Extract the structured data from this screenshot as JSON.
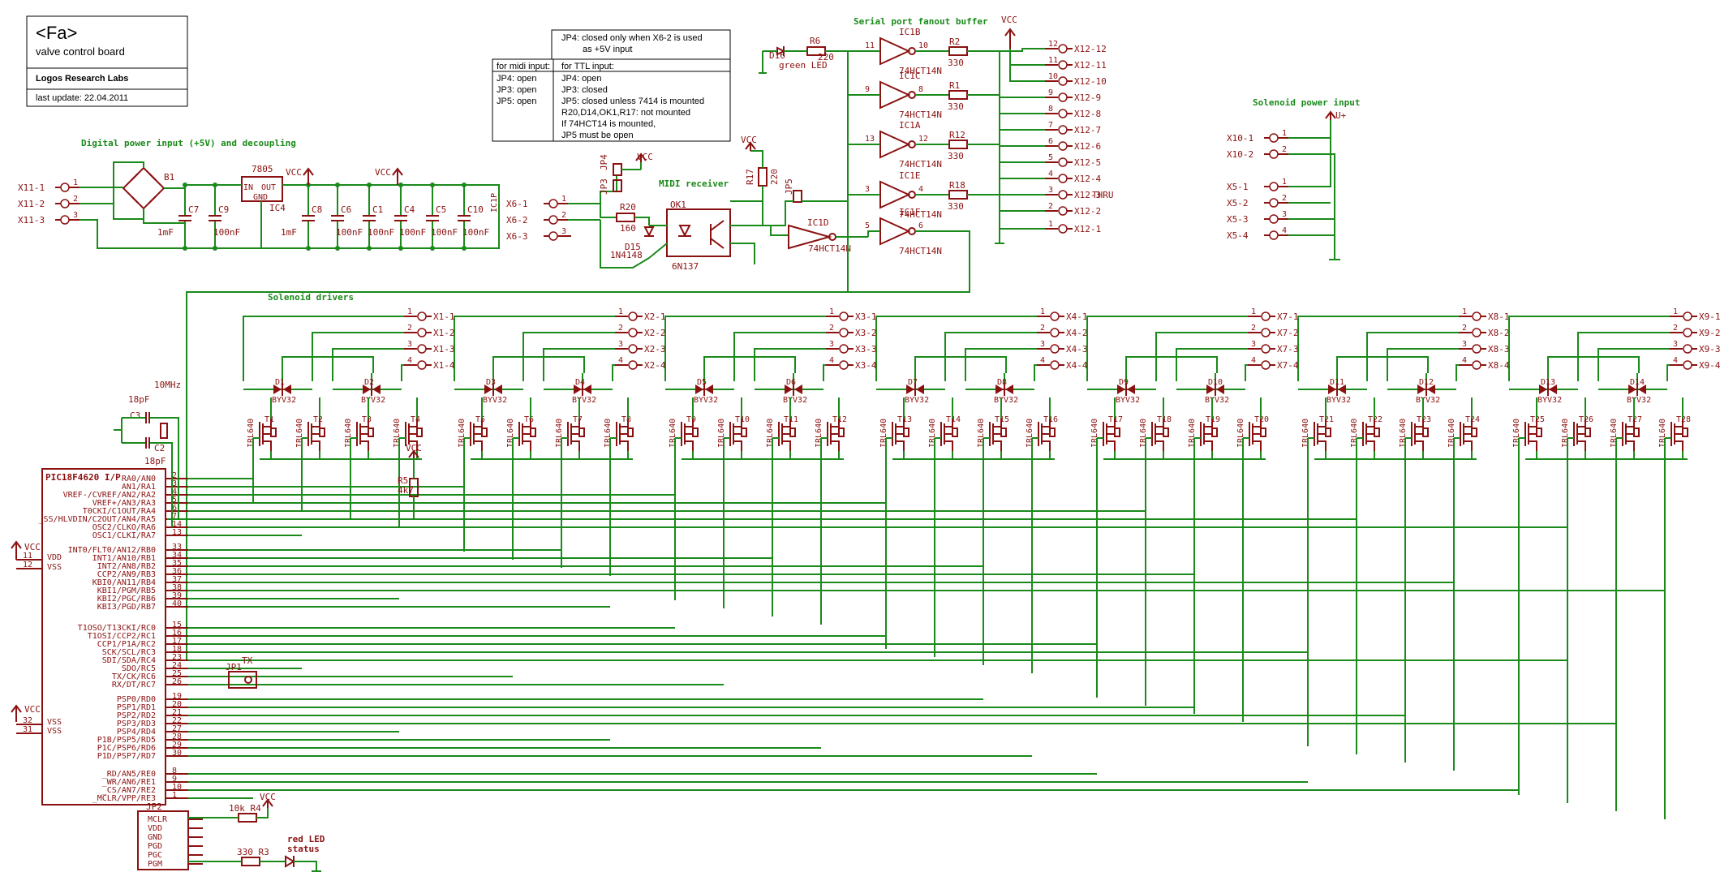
{
  "title_block": {
    "name": "<Fa>",
    "subtitle": "valve control board",
    "company": "Logos Research Labs",
    "update": "last update: 22.04.2011"
  },
  "notes": {
    "jp4_note": "JP4: closed only when  X6-2 is used",
    "jp4_note2": "as +5V input",
    "midi_head": "for midi input:",
    "midi_lines": [
      "JP4: open",
      "JP3: open",
      "JP5: open"
    ],
    "ttl_head": "for TTL input:",
    "ttl_lines": [
      "JP4: open",
      "JP3: closed",
      "JP5: closed unless 7414 is mounted",
      "R20,D14,OK1,R17: not mounted",
      "If 74HCT14 is mounted,",
      "JP5 must be open"
    ]
  },
  "sections": {
    "digital_power": "Digital power input (+5V) and decoupling",
    "midi_receiver": "MIDI receiver",
    "serial_fanout": "Serial port fanout buffer",
    "solenoid_power": "Solenoid power input",
    "solenoid_drivers": "Solenoid drivers"
  },
  "labels": {
    "vcc": "VCC",
    "b1": "B1",
    "u7805": "7805",
    "in": "IN",
    "out": "OUT",
    "gnd": "GND",
    "ic4": "IC4",
    "ic1p": "IC1P",
    "c7": "C7",
    "c9": "C9",
    "c8": "C8",
    "c6": "C6",
    "c1": "C1",
    "c4": "C4",
    "c5": "C5",
    "c10": "C10",
    "v1mf": "1mF",
    "v100nf": "100nF",
    "ok1": "OK1",
    "u6n137": "6N137",
    "r20": "R20",
    "v160": "160",
    "d15": "D15",
    "d15v": "1N4148",
    "r17": "R17",
    "v220": "220",
    "jp3": "JP3",
    "jp4": "JP4",
    "jp5": "JP5",
    "ic1d": "IC1D",
    "ic1b": "IC1B",
    "ic1c": "IC1C",
    "ic1a": "IC1A",
    "ic1e": "IC1E",
    "ic1f": "IC1F",
    "hct": "74HCT14N",
    "r6": "R6",
    "d16": "D16",
    "green_led": "green LED",
    "r2": "R2",
    "r1": "R1",
    "r12": "R12",
    "r18": "R18",
    "v330": "330",
    "thru": "THRU",
    "uplus": "U+",
    "mcu": "PIC18F4620 I/P",
    "q1": "10MHz",
    "c3": "C3",
    "c2": "C2",
    "v18pf": "18pF",
    "r5": "R5",
    "v4k7": "4k7",
    "jp1": "JP1",
    "tx": "TX",
    "jp2": "JP2",
    "r4": "10k R4",
    "r3": "330 R3",
    "red_led": "red LED",
    "status": "status",
    "vdd": "VDD",
    "vss": "VSS",
    "vcc2": "VCC"
  },
  "connectors": {
    "x11": [
      "X11-1",
      "X11-2",
      "X11-3"
    ],
    "x6": [
      "X6-1",
      "X6-2",
      "X6-3"
    ],
    "x10": [
      "X10-1",
      "X10-2"
    ],
    "x5": [
      "X5-1",
      "X5-2",
      "X5-3",
      "X5-4"
    ],
    "x12": [
      "X12-12",
      "X12-11",
      "X12-10",
      "X12-9",
      "X12-8",
      "X12-7",
      "X12-6",
      "X12-5",
      "X12-4",
      "X12-3",
      "X12-2",
      "X12-1"
    ],
    "x12_pins": [
      "12",
      "11",
      "10",
      "9",
      "8",
      "7",
      "6",
      "5",
      "4",
      "3",
      "2",
      "1"
    ],
    "groups": [
      {
        "x": [
          "X1-1",
          "X1-2",
          "X1-3",
          "X1-4"
        ]
      },
      {
        "x": [
          "X2-1",
          "X2-2",
          "X2-3",
          "X2-4"
        ]
      },
      {
        "x": [
          "X3-1",
          "X3-2",
          "X3-3",
          "X3-4"
        ]
      },
      {
        "x": [
          "X4-1",
          "X4-2",
          "X4-3",
          "X4-4"
        ]
      },
      {
        "x": [
          "X7-1",
          "X7-2",
          "X7-3",
          "X7-4"
        ]
      },
      {
        "x": [
          "X8-1",
          "X8-2",
          "X8-3",
          "X8-4"
        ]
      },
      {
        "x": [
          "X9-1",
          "X9-2",
          "X9-3",
          "X9-4"
        ]
      }
    ],
    "diodes": [
      "D1",
      "D2",
      "D3",
      "D4",
      "D5",
      "D6",
      "D7",
      "D8",
      "D9",
      "D10",
      "D11",
      "D12",
      "D13",
      "D14"
    ],
    "diode_value": "BYV32",
    "fets": [
      "T1",
      "T2",
      "T3",
      "T4",
      "T5",
      "T6",
      "T7",
      "T8",
      "T9",
      "T10",
      "T11",
      "T12",
      "T13",
      "T14",
      "T15",
      "T16",
      "T17",
      "T18",
      "T19",
      "T20",
      "T21",
      "T22",
      "T23",
      "T24",
      "T25",
      "T26",
      "T27",
      "T28"
    ],
    "fet_value": "IRL640"
  },
  "mcu_pins": {
    "porta": [
      {
        "n": "RA0/AN0",
        "p": "2"
      },
      {
        "n": "AN1/RA1",
        "p": "3"
      },
      {
        "n": "VREF-/CVREF/AN2/RA2",
        "p": "4"
      },
      {
        "n": "VREF+/AN3/RA3",
        "p": "5"
      },
      {
        "n": "T0CKI/C1OUT/RA4",
        "p": "6"
      },
      {
        "n": "_SS/HLVDIN/C2OUT/AN4/RA5",
        "p": "7"
      },
      {
        "n": "OSC2/CLKO/RA6",
        "p": "14"
      },
      {
        "n": "OSC1/CLKI/RA7",
        "p": "13"
      }
    ],
    "portb": [
      {
        "n": "INT0/FLT0/AN12/RB0",
        "p": "33"
      },
      {
        "n": "INT1/AN10/RB1",
        "p": "34"
      },
      {
        "n": "INT2/AN8/RB2",
        "p": "35"
      },
      {
        "n": "CCP2/AN9/RB3",
        "p": "36"
      },
      {
        "n": "KBI0/AN11/RB4",
        "p": "37"
      },
      {
        "n": "KBI1/PGM/RB5",
        "p": "38"
      },
      {
        "n": "KBI2/PGC/RB6",
        "p": "39"
      },
      {
        "n": "KBI3/PGD/RB7",
        "p": "40"
      }
    ],
    "portc": [
      {
        "n": "T1OSO/T13CKI/RC0",
        "p": "15"
      },
      {
        "n": "T1OSI/CCP2/RC1",
        "p": "16"
      },
      {
        "n": "CCP1/P1A/RC2",
        "p": "17"
      },
      {
        "n": "SCK/SCL/RC3",
        "p": "18"
      },
      {
        "n": "SDI/SDA/RC4",
        "p": "23"
      },
      {
        "n": "SDO/RC5",
        "p": "24"
      },
      {
        "n": "TX/CK/RC6",
        "p": "25"
      },
      {
        "n": "RX/DT/RC7",
        "p": "26"
      }
    ],
    "portd": [
      {
        "n": "PSP0/RD0",
        "p": "19"
      },
      {
        "n": "PSP1/RD1",
        "p": "20"
      },
      {
        "n": "PSP2/RD2",
        "p": "21"
      },
      {
        "n": "PSP3/RD3",
        "p": "22"
      },
      {
        "n": "PSP4/RD4",
        "p": "27"
      },
      {
        "n": "P1B/PSP5/RD5",
        "p": "28"
      },
      {
        "n": "P1C/PSP6/RD6",
        "p": "29"
      },
      {
        "n": "P1D/PSP7/RD7",
        "p": "30"
      }
    ],
    "porte": [
      {
        "n": "_RD/AN5/RE0",
        "p": "8"
      },
      {
        "n": "_WR/AN6/RE1",
        "p": "9"
      },
      {
        "n": "_CS/AN7/RE2",
        "p": "10"
      },
      {
        "n": "_MCLR/VPP/RE3",
        "p": "1"
      }
    ],
    "vdd_pins": [
      "11",
      "12"
    ],
    "vss_pins": [
      "32",
      "31"
    ],
    "jp2_pins": [
      "MCLR",
      "VDD",
      "GND",
      "PGD",
      "PGC",
      "PGM"
    ]
  }
}
